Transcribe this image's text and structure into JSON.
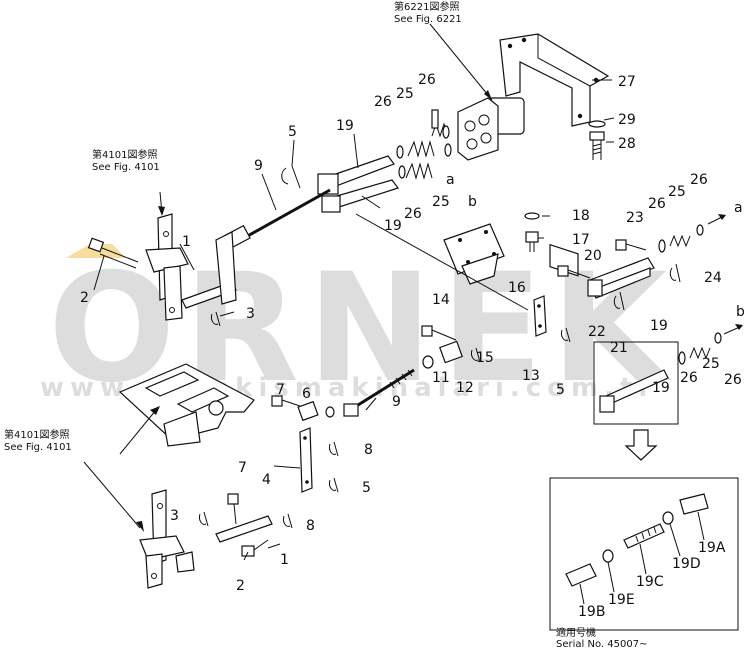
{
  "watermark": {
    "logo": "ORNEK",
    "url": "www.ornekismakinalari.com.tr",
    "color": "#d2d2d2",
    "accent": "#f3d27a"
  },
  "references": {
    "fig6221_jp": "第6221図参照",
    "fig6221_en": "See Fig. 6221",
    "fig4101a_jp": "第4101図参照",
    "fig4101a_en": "See Fig. 4101",
    "fig4101b_jp": "第4101図参照",
    "fig4101b_en": "See Fig. 4101"
  },
  "parts": {
    "p1a": "1",
    "p2a": "2",
    "p3a": "3",
    "p5a": "5",
    "p9a": "9",
    "p19a": "19",
    "p19b": "19",
    "p26a": "26",
    "p25a": "25",
    "p26b": "26",
    "p26c": "26",
    "p25b": "25",
    "p27": "27",
    "p29": "29",
    "p28": "28",
    "la": "a",
    "lb": "b",
    "p18": "18",
    "p17": "17",
    "p16": "16",
    "p23": "23",
    "p26d": "26",
    "p25c": "25",
    "p26e": "26",
    "la2": "a",
    "p20": "20",
    "p24": "24",
    "p22": "22",
    "p21": "21",
    "p19c": "19",
    "p14": "14",
    "p13": "13",
    "p5b": "5",
    "p15": "15",
    "p12": "12",
    "p11": "11",
    "p9b": "9",
    "lb2": "b",
    "p26f": "26",
    "p25d": "25",
    "p26g": "26",
    "p19d": "19",
    "p7a": "7",
    "p6": "6",
    "p8a": "8",
    "p4": "4",
    "p5c": "5",
    "p7b": "7",
    "p3b": "3",
    "p8b": "8",
    "p1b": "1",
    "p2b": "2"
  },
  "inset": {
    "p19A": "19A",
    "p19D": "19D",
    "p19C": "19C",
    "p19E": "19E",
    "p19B": "19B",
    "serial_jp": "適用号機",
    "serial_en": "Serial No. 45007~"
  }
}
